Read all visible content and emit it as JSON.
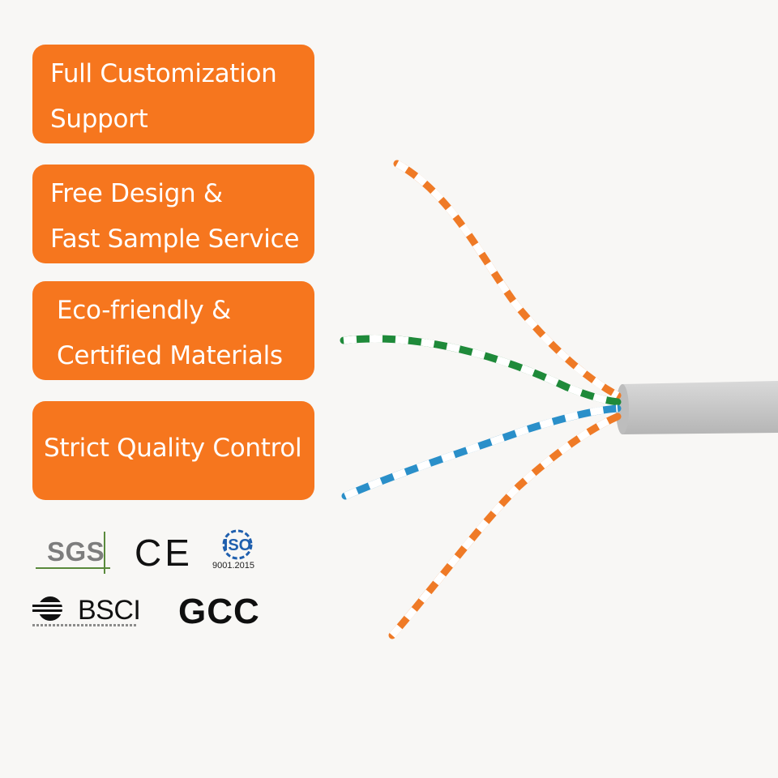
{
  "features": [
    {
      "line1": "Full Customization",
      "line2": "Support"
    },
    {
      "line1": "Free Design &",
      "line2": "Fast Sample Service"
    },
    {
      "line1": "Eco-friendly &",
      "line2": "Certified Materials"
    },
    {
      "line1": "Strict Quality Control",
      "line2": ""
    }
  ],
  "certifications": {
    "sgs": "SGS",
    "ce": "CE",
    "iso_mark": "ISO",
    "iso_standard": "9001.2015",
    "bsci": "BSCI",
    "gcc": "GCC"
  },
  "colors": {
    "feature_box": "#f6761e",
    "cable_jacket": "#cfcfcf",
    "pair_orange": "#ef7a26",
    "pair_green": "#1f8a3a",
    "pair_blue": "#2a8fc9",
    "iso_blue": "#1f5fae"
  },
  "icons": [
    "bsci-globe-icon",
    "iso-logo-icon",
    "ethernet-cable-icon"
  ]
}
